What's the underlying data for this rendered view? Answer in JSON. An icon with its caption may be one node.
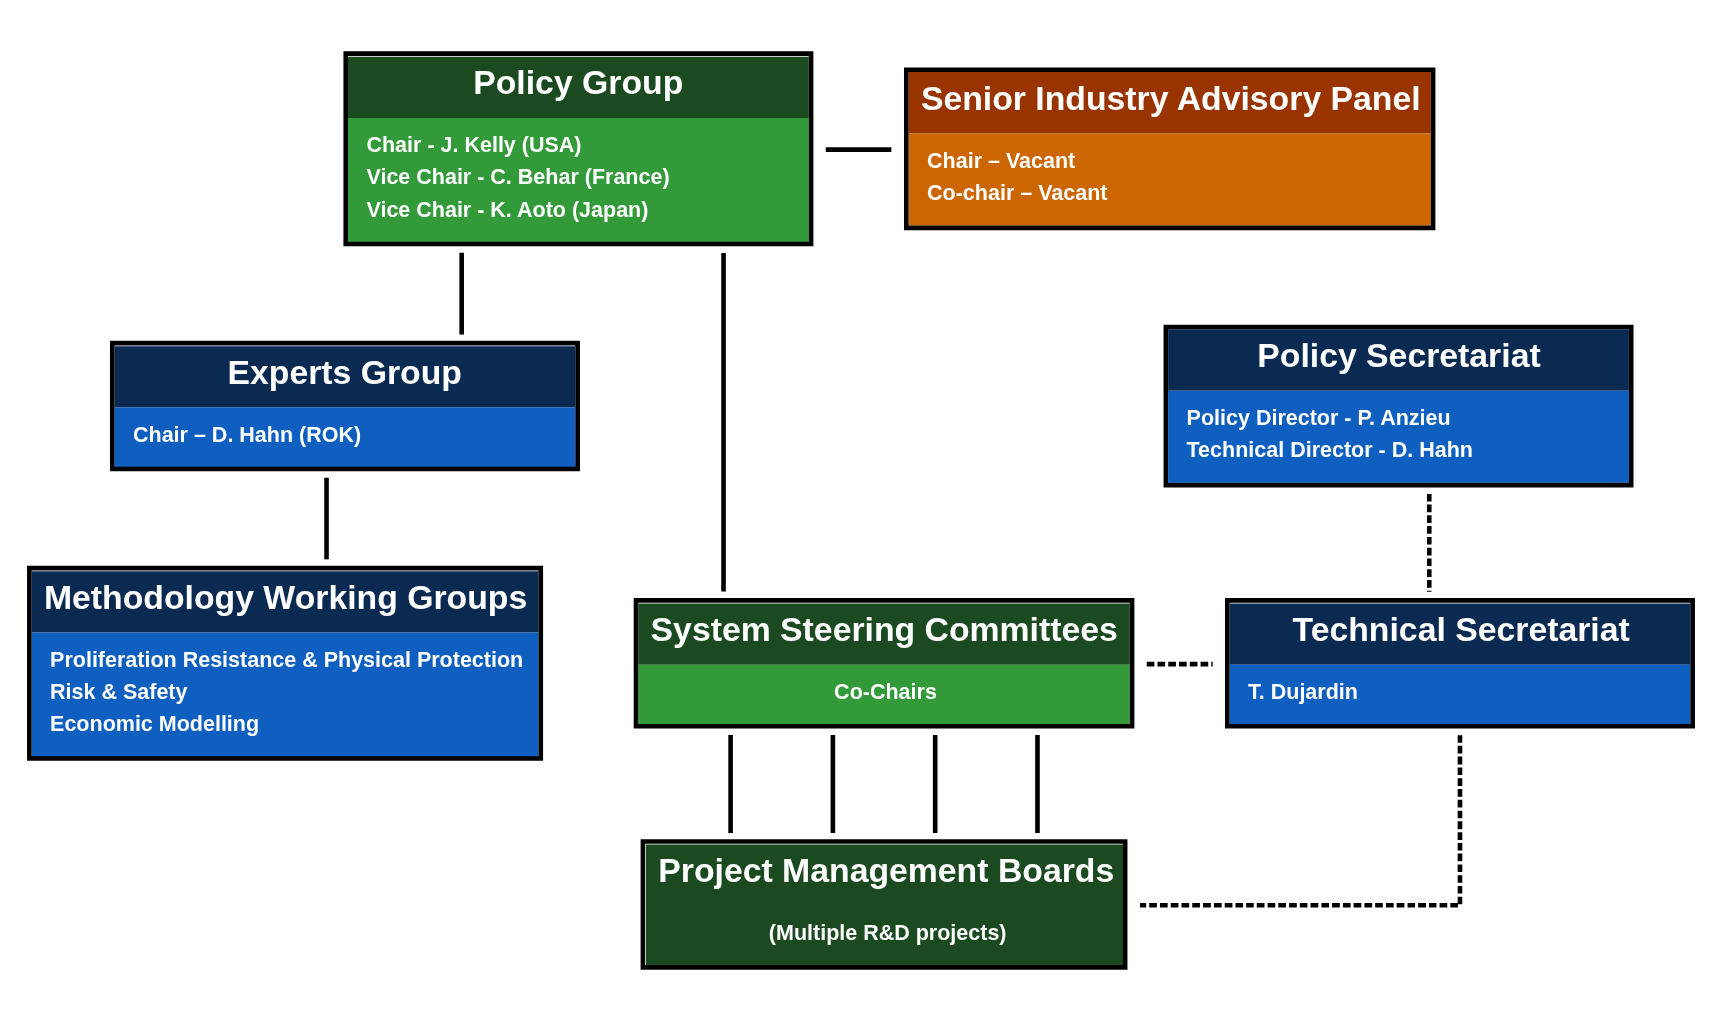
{
  "diagram": {
    "nodes": [
      {
        "text": [
          "Policy Group",
          "Chair - J. Kelly (USA)",
          "Vice Chair - C. Behar (France)",
          "Vice Chair - K. Aoto (Japan)"
        ]
      },
      {
        "text": [
          "Senior Industry Advisory Panel",
          "Chair – Vacant",
          "Co-chair – Vacant"
        ]
      },
      {
        "text": [
          "Experts Group",
          "Chair – D. Hahn (ROK)"
        ]
      },
      {
        "text": [
          "Policy Secretariat",
          "Policy Director - P. Anzieu",
          "Technical Director - D. Hahn"
        ]
      },
      {
        "text": [
          "Methodology Working Groups",
          "Proliferation Resistance & Physical Protection",
          "Risk & Safety",
          "Economic Modelling"
        ]
      },
      {
        "text": [
          "System Steering Committees",
          "Co-Chairs"
        ]
      },
      {
        "text": [
          "Technical Secretariat",
          "T. Dujardin"
        ]
      },
      {
        "text": [
          "Project Management Boards",
          "(Multiple R&D projects)"
        ]
      }
    ],
    "edges": [
      {
        "from": 0,
        "to": 1,
        "arrow": "none"
      },
      {
        "from": 0,
        "to": 2,
        "arrow": "none"
      },
      {
        "from": 2,
        "to": 4,
        "arrow": "none"
      },
      {
        "from": 0,
        "to": 5,
        "arrow": "none"
      },
      {
        "from": 5,
        "to": 7,
        "arrow": "none"
      },
      {
        "from": 5,
        "to": 7,
        "arrow": "none"
      },
      {
        "from": 5,
        "to": 7,
        "arrow": "none"
      },
      {
        "from": 5,
        "to": 7,
        "arrow": "none"
      },
      {
        "from": 5,
        "to": 6,
        "arrow": "none",
        "style": "dashed"
      },
      {
        "from": 3,
        "to": 6,
        "arrow": "none",
        "style": "dashed"
      },
      {
        "from": 6,
        "to": 7,
        "arrow": "none",
        "style": "dashed"
      }
    ]
  }
}
